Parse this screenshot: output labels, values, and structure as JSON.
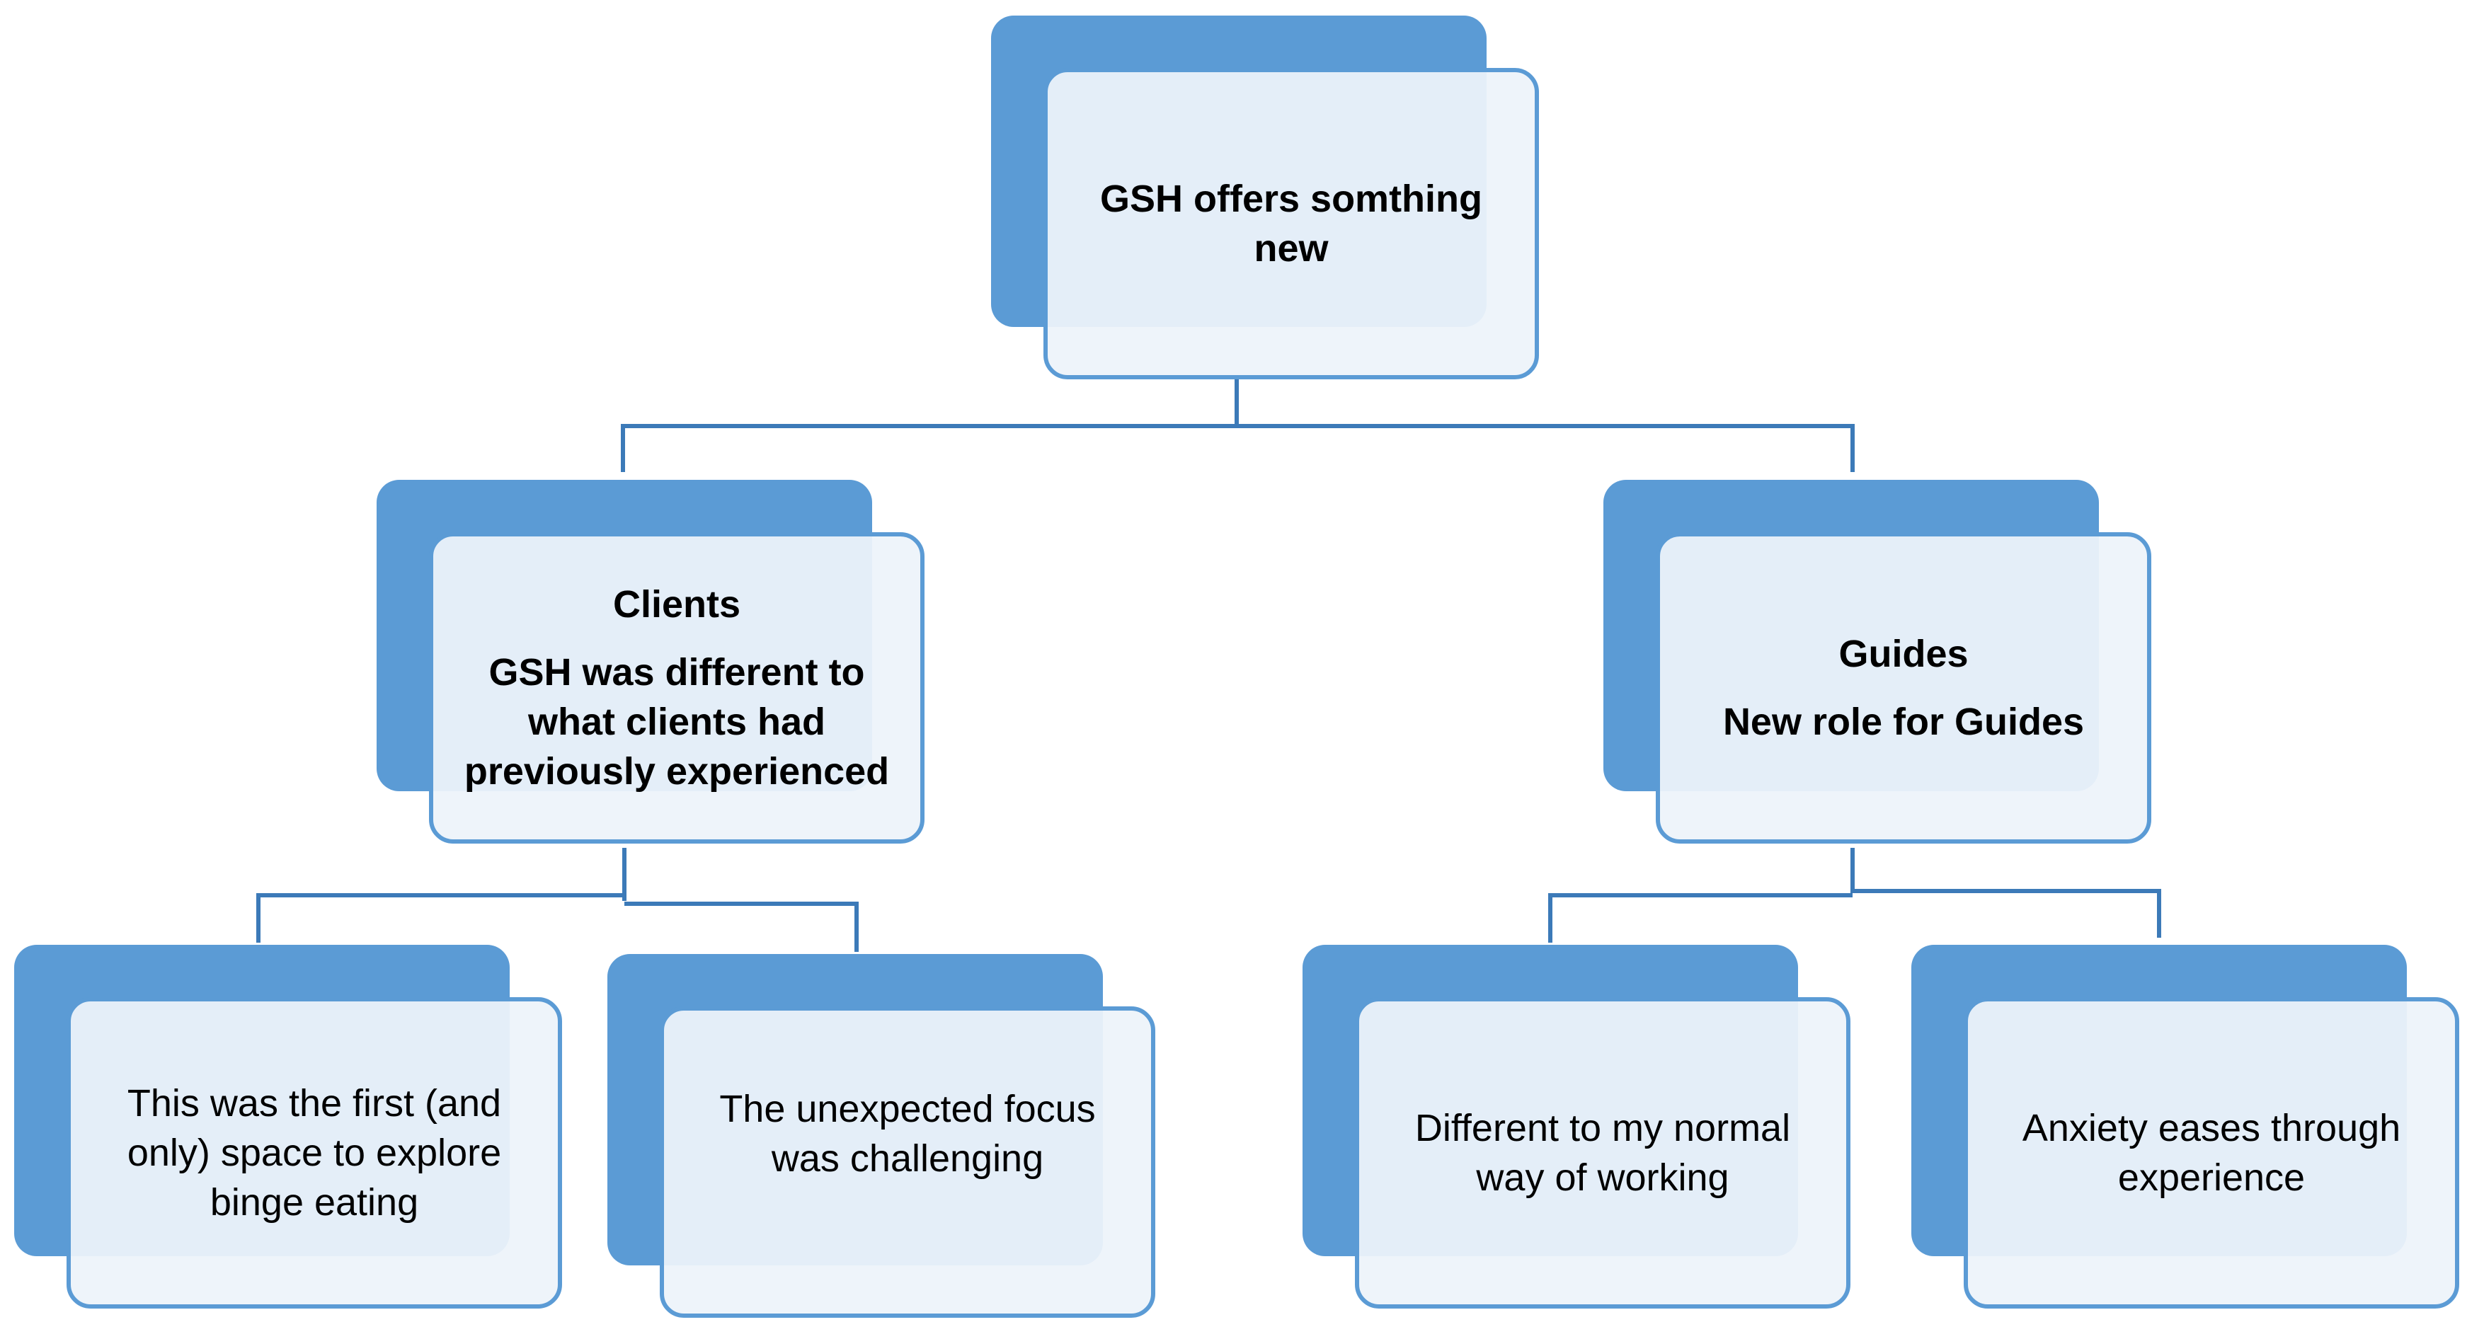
{
  "diagram": {
    "root": {
      "text": "GSH offers somthing new"
    },
    "clients": {
      "heading": "Clients",
      "text": "GSH was different to what clients had previously experienced"
    },
    "guides": {
      "heading": "Guides",
      "text": "New role for Guides"
    },
    "leaves": [
      {
        "text": "This was the first (and only) space to explore binge eating"
      },
      {
        "text": "The unexpected focus was challenging"
      },
      {
        "text": "Different to my normal way of working"
      },
      {
        "text": "Anxiety eases through experience"
      }
    ]
  },
  "colors": {
    "box_back": "#5b9bd5",
    "box_front": "#edf3fa",
    "box_border": "#5b9bd5",
    "connector": "#3c7ab8",
    "text": "#000000"
  }
}
